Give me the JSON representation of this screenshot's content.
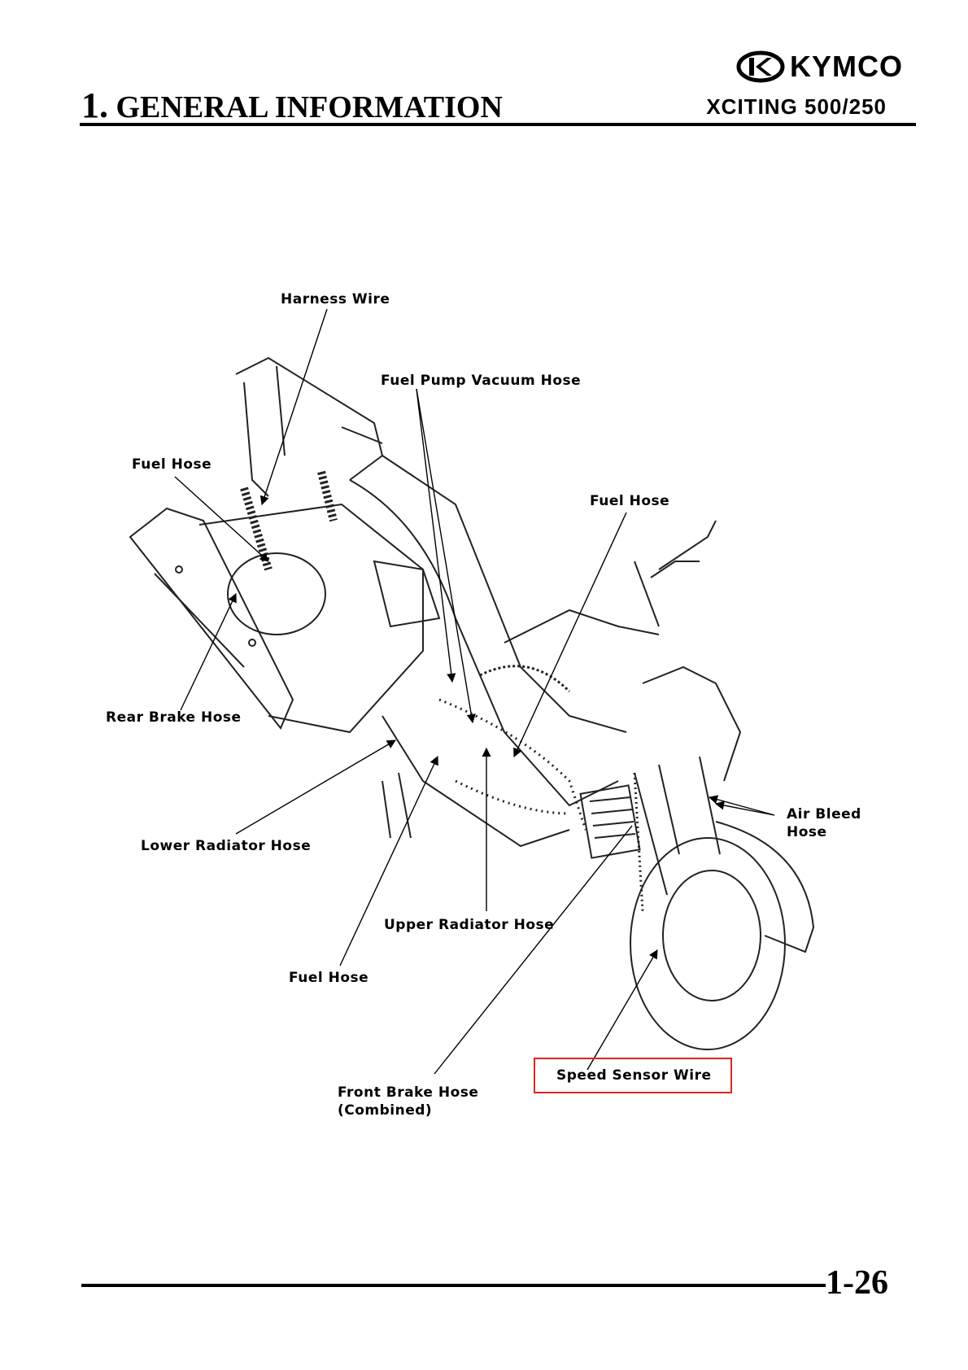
{
  "header": {
    "section_number": "1.",
    "section_title": "GENERAL INFORMATION",
    "model": "XCITING 500/250",
    "brand": "KYMCO",
    "brand_icon": "kymco-logo-icon"
  },
  "diagram": {
    "labels": {
      "harness_wire": "Harness Wire",
      "fuel_pump_vacuum_hose": "Fuel Pump Vacuum Hose",
      "fuel_hose_left": "Fuel Hose",
      "fuel_hose_right": "Fuel Hose",
      "rear_brake_hose": "Rear Brake Hose",
      "air_bleed_hose_1": "Air Bleed",
      "air_bleed_hose_2": "Hose",
      "lower_radiator_hose": "Lower Radiator Hose",
      "upper_radiator_hose": "Upper Radiator Hose",
      "fuel_hose_bottom": "Fuel Hose",
      "front_brake_hose_1": "Front Brake Hose",
      "front_brake_hose_2": "(Combined)",
      "speed_sensor_wire": "Speed Sensor Wire"
    },
    "highlight_color": "#e0231e"
  },
  "footer": {
    "page_number": "1-26"
  }
}
